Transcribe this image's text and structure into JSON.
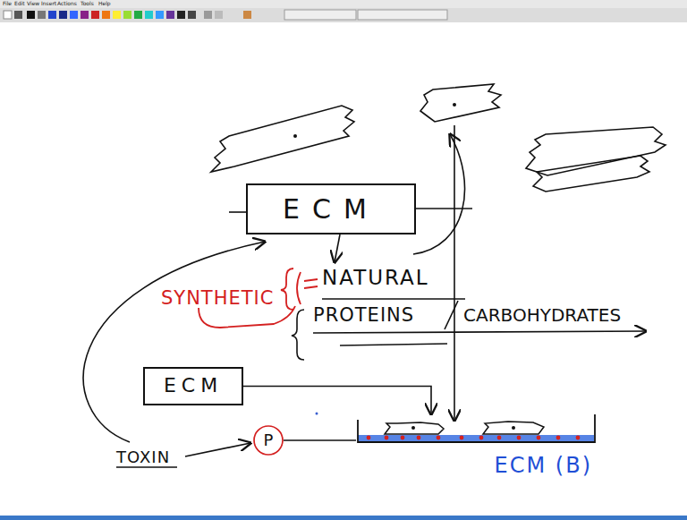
{
  "diagram": {
    "nodes": [
      {
        "text": [
          "ECM"
        ]
      },
      {
        "text": [
          "ECM"
        ]
      },
      {
        "text": [
          "P"
        ]
      },
      {
        "text": [
          "ECM (B)"
        ]
      }
    ],
    "edges": [
      {
        "from": 1,
        "to": 3,
        "arrow": "to"
      },
      {
        "from": 2,
        "to": 3,
        "arrow": "none"
      }
    ],
    "labels": [
      "File",
      "Edit",
      "View",
      "Insert",
      "Actions",
      "Tools",
      "Help",
      "SYNTHETIC",
      "NATURAL",
      "PROTEINS",
      "CARBOHYDRATES",
      "TOXIN"
    ]
  }
}
